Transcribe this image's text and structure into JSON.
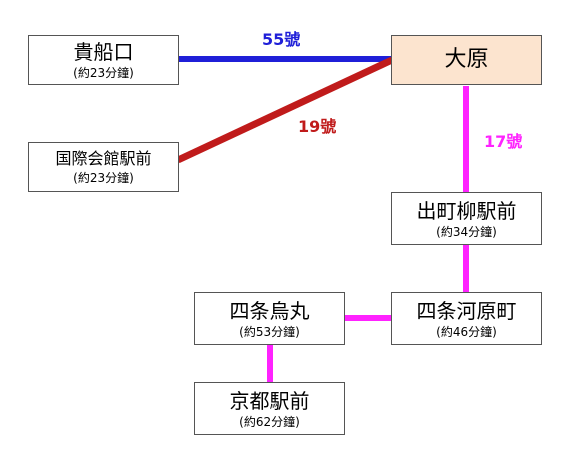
{
  "colors": {
    "route_55": "#1F1FD8",
    "route_19": "#C01B1B",
    "route_17": "#FF22FF",
    "hub_fill": "#FCE4CF"
  },
  "routes": {
    "r55": {
      "label": "55號"
    },
    "r19": {
      "label": "19號"
    },
    "r17": {
      "label": "17號"
    }
  },
  "stations": {
    "kibuneguchi": {
      "name": "貴船口",
      "time": "(約23分鐘)"
    },
    "ohara": {
      "name": "大原"
    },
    "kokusai": {
      "name": "国際会館駅前",
      "time": "(約23分鐘)"
    },
    "demachi": {
      "name": "出町柳駅前",
      "time": "(約34分鐘)"
    },
    "shijo_kawaramachi": {
      "name": "四条河原町",
      "time": "(約46分鐘)"
    },
    "shijo_karasuma": {
      "name": "四条烏丸",
      "time": "(約53分鐘)"
    },
    "kyoto_station": {
      "name": "京都駅前",
      "time": "(約62分鐘)"
    }
  }
}
